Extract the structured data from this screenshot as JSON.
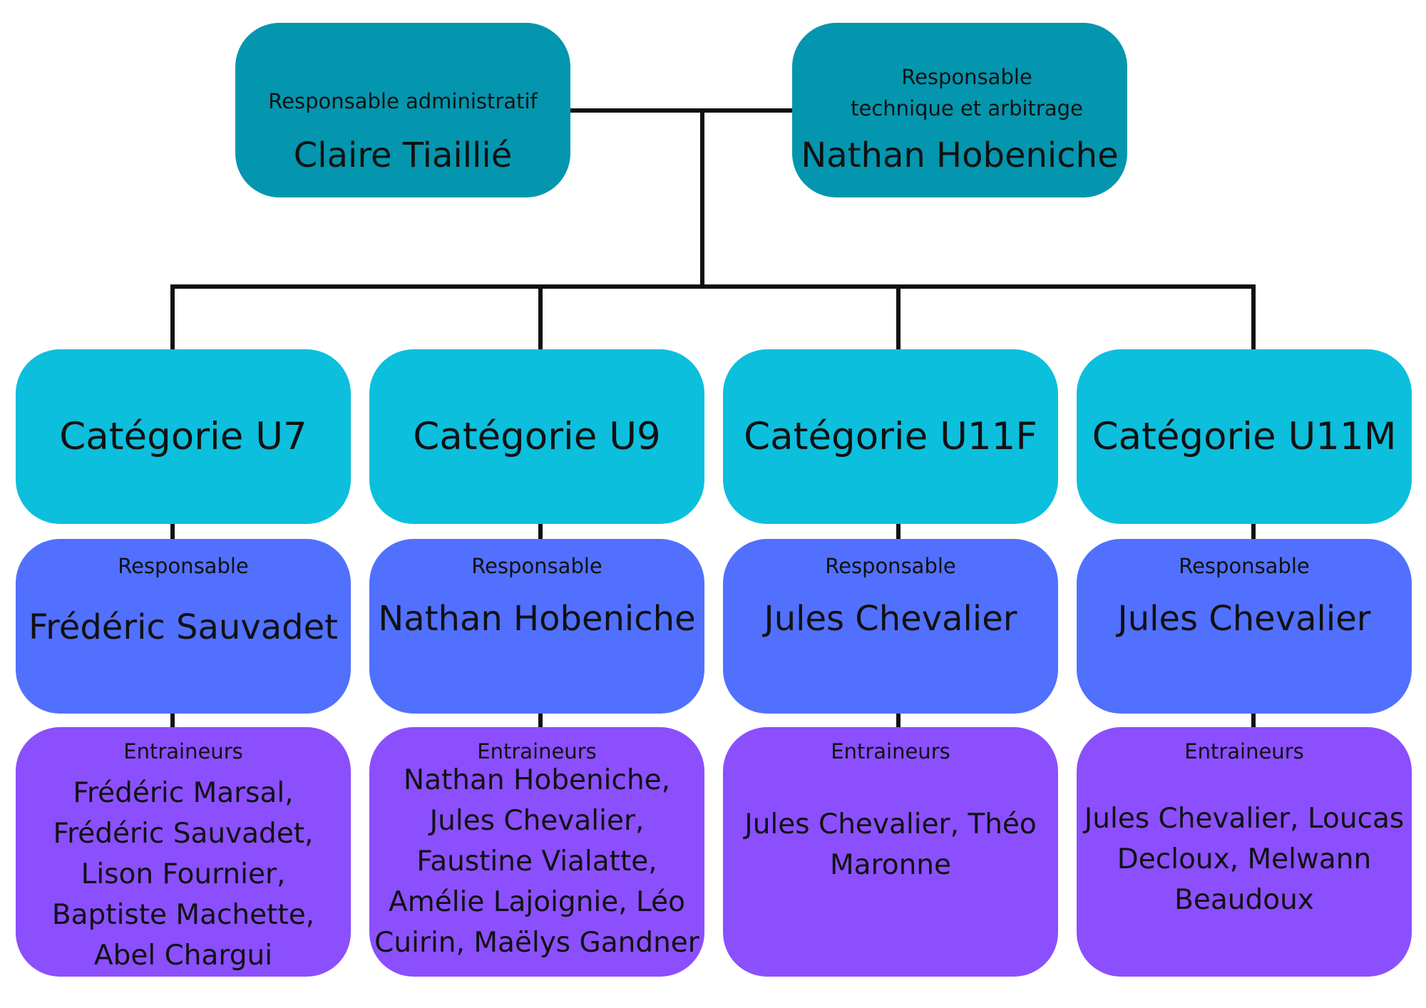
{
  "top": {
    "admin": {
      "role": "Responsable administratif",
      "name": "Claire Tiaillié"
    },
    "tech": {
      "role": "Responsable technique et arbitrage",
      "name": "Nathan Hobeniche"
    }
  },
  "categories": [
    {
      "label": "Catégorie U7",
      "responsable_label": "Responsable",
      "responsable": "Frédéric Sauvadet",
      "coaches_label": "Entraineurs",
      "coaches": "Frédéric Marsal, Frédéric Sauvadet, Lison Fournier, Baptiste Machette, Abel Chargui"
    },
    {
      "label": "Catégorie U9",
      "responsable_label": "Responsable",
      "responsable": "Nathan Hobeniche",
      "coaches_label": "Entraineurs",
      "coaches": "Nathan Hobeniche, Jules Chevalier, Faustine Vialatte, Amélie Lajoignie, Léo Cuirin, Maëlys Gandner"
    },
    {
      "label": "Catégorie U11F",
      "responsable_label": "Responsable",
      "responsable": "Jules Chevalier",
      "coaches_label": "Entraineurs",
      "coaches": "Jules Chevalier, Théo Maronne"
    },
    {
      "label": "Catégorie U11M",
      "responsable_label": "Responsable",
      "responsable": "Jules Chevalier",
      "coaches_label": "Entraineurs",
      "coaches": "Jules Chevalier, Loucas Decloux, Melwann Beaudoux"
    }
  ],
  "colors": {
    "top": "#0396ae",
    "category": "#0cbfdd",
    "responsable": "#5170fe",
    "coaches": "#8b4ffe",
    "line": "#111111"
  }
}
